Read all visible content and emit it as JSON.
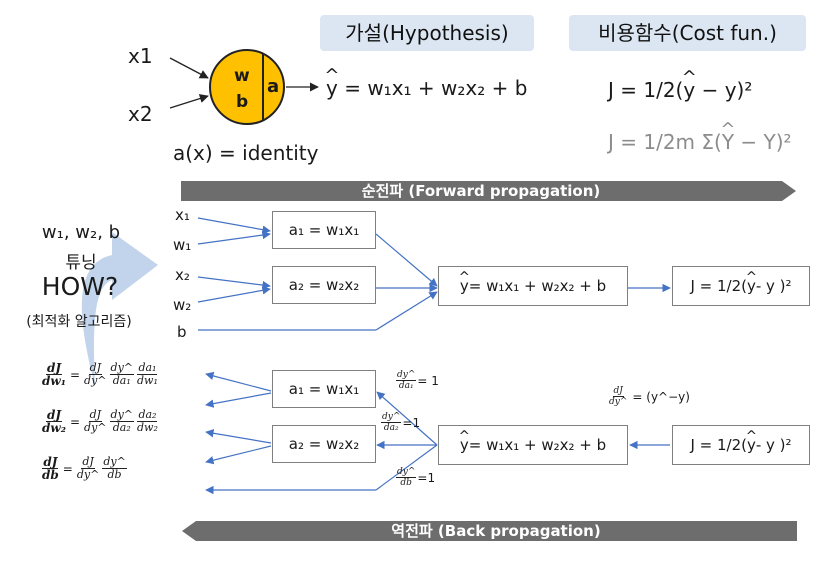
{
  "neuron": {
    "input1": "x1",
    "input2": "x2",
    "w": "w",
    "b": "b",
    "a": "a",
    "activation": "a(x) = identity"
  },
  "hypothesis": {
    "title": "가설(Hypothesis)",
    "eq_y": "y",
    "eq_rest": " = w₁x₁ + w₂x₂ + b"
  },
  "cost": {
    "title": "비용함수(Cost fun.)",
    "eq1_pre": "J = 1/2(",
    "eq1_y": "y",
    "eq1_post": " − y)²",
    "eq2_pre": "J = 1/2m Σ(",
    "eq2_y": "Y",
    "eq2_post": " − Y)²"
  },
  "forward_banner": "순전파 (Forward propagation)",
  "back_banner": "역전파 (Back propagation)",
  "tuning": {
    "line1": "w₁, w₂, b",
    "line2": "튜닝",
    "line3": "HOW?",
    "line4": "(최적화 알고리즘)"
  },
  "forward": {
    "x1": "x₁",
    "w1": "w₁",
    "x2": "x₂",
    "w2": "w₂",
    "b": "b",
    "box_a1": "a₁ = w₁x₁",
    "box_a2": "a₂ = w₂x₂",
    "box_y_hat": "y",
    "box_y_rest": " = w₁x₁ + w₂x₂ + b",
    "box_j_pre": "J = 1/2(",
    "box_j_hat": "y",
    "box_j_post": " - y )²"
  },
  "back": {
    "box_a1": "a₁ = w₁x₁",
    "box_a2": "a₂ = w₂x₂",
    "box_y_hat": "y",
    "box_y_rest": " = w₁x₁ + w₂x₂ + b",
    "box_j_pre": "J = 1/2(",
    "box_j_hat": "y",
    "box_j_post": " - y )²",
    "dy_da1_num": "dy^",
    "dy_da1_den": "da₁",
    "dy_da1_val": "= 1",
    "dy_da2_num": "dy^",
    "dy_da2_den": "da₂",
    "dy_da2_val": "=1",
    "dy_db_num": "dy^",
    "dy_db_den": "db",
    "dy_db_val": "=1",
    "dj_dy_num": "dJ",
    "dj_dy_den": "dy^",
    "dj_dy_val": "= (y^−y)"
  },
  "chain": {
    "r1_lhs_num": "dJ",
    "r1_lhs_den": "dw₁",
    "r1_f1_num": "dJ",
    "r1_f1_den": "dy^",
    "r1_f2_num": "dy^",
    "r1_f2_den": "da₁",
    "r1_f3_num": "da₁",
    "r1_f3_den": "dw₁",
    "r2_lhs_num": "dJ",
    "r2_lhs_den": "dw₂",
    "r2_f1_num": "dJ",
    "r2_f1_den": "dy^",
    "r2_f2_num": "dy^",
    "r2_f2_den": "da₂",
    "r2_f3_num": "da₂",
    "r2_f3_den": "dw₂",
    "r3_lhs_num": "dJ",
    "r3_lhs_den": "db",
    "r3_f1_num": "dJ",
    "r3_f1_den": "dy^",
    "r3_f2_num": "dy^",
    "r3_f2_den": "db",
    "equals": "="
  },
  "colors": {
    "neuron_fill": "#ffc000",
    "pill_bg": "#dce6f2",
    "banner": "#6d6d6d",
    "arrow": "#4472c4",
    "tuning_arrow": "#b7cce8"
  }
}
